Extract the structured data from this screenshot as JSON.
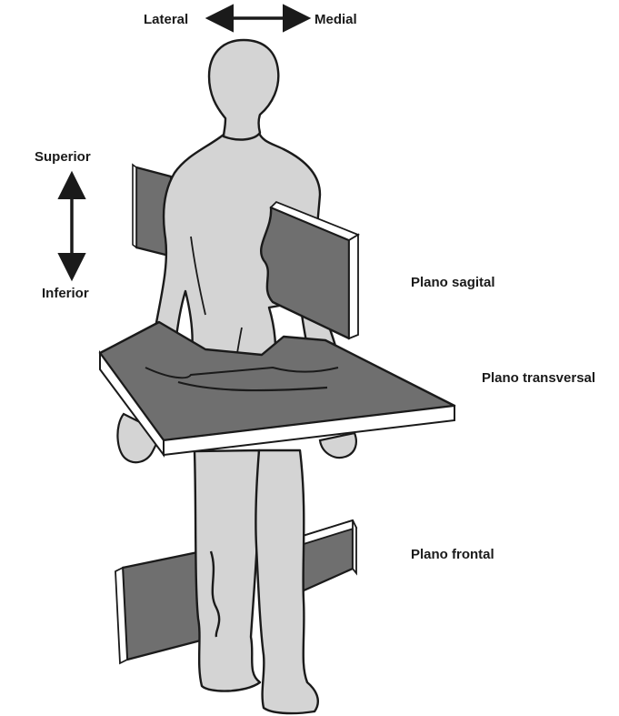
{
  "labels": {
    "lateral": "Lateral",
    "medial": "Medial",
    "superior": "Superior",
    "inferior": "Inferior",
    "sagittal_plane": "Plano sagital",
    "transverse_plane": "Plano transversal",
    "frontal_plane": "Plano frontal"
  },
  "colors": {
    "body_fill": "#d4d4d4",
    "plane_fill": "#6f6f6f",
    "plane_edge": "#ffffff",
    "outline": "#1a1a1a",
    "background": "#ffffff"
  }
}
